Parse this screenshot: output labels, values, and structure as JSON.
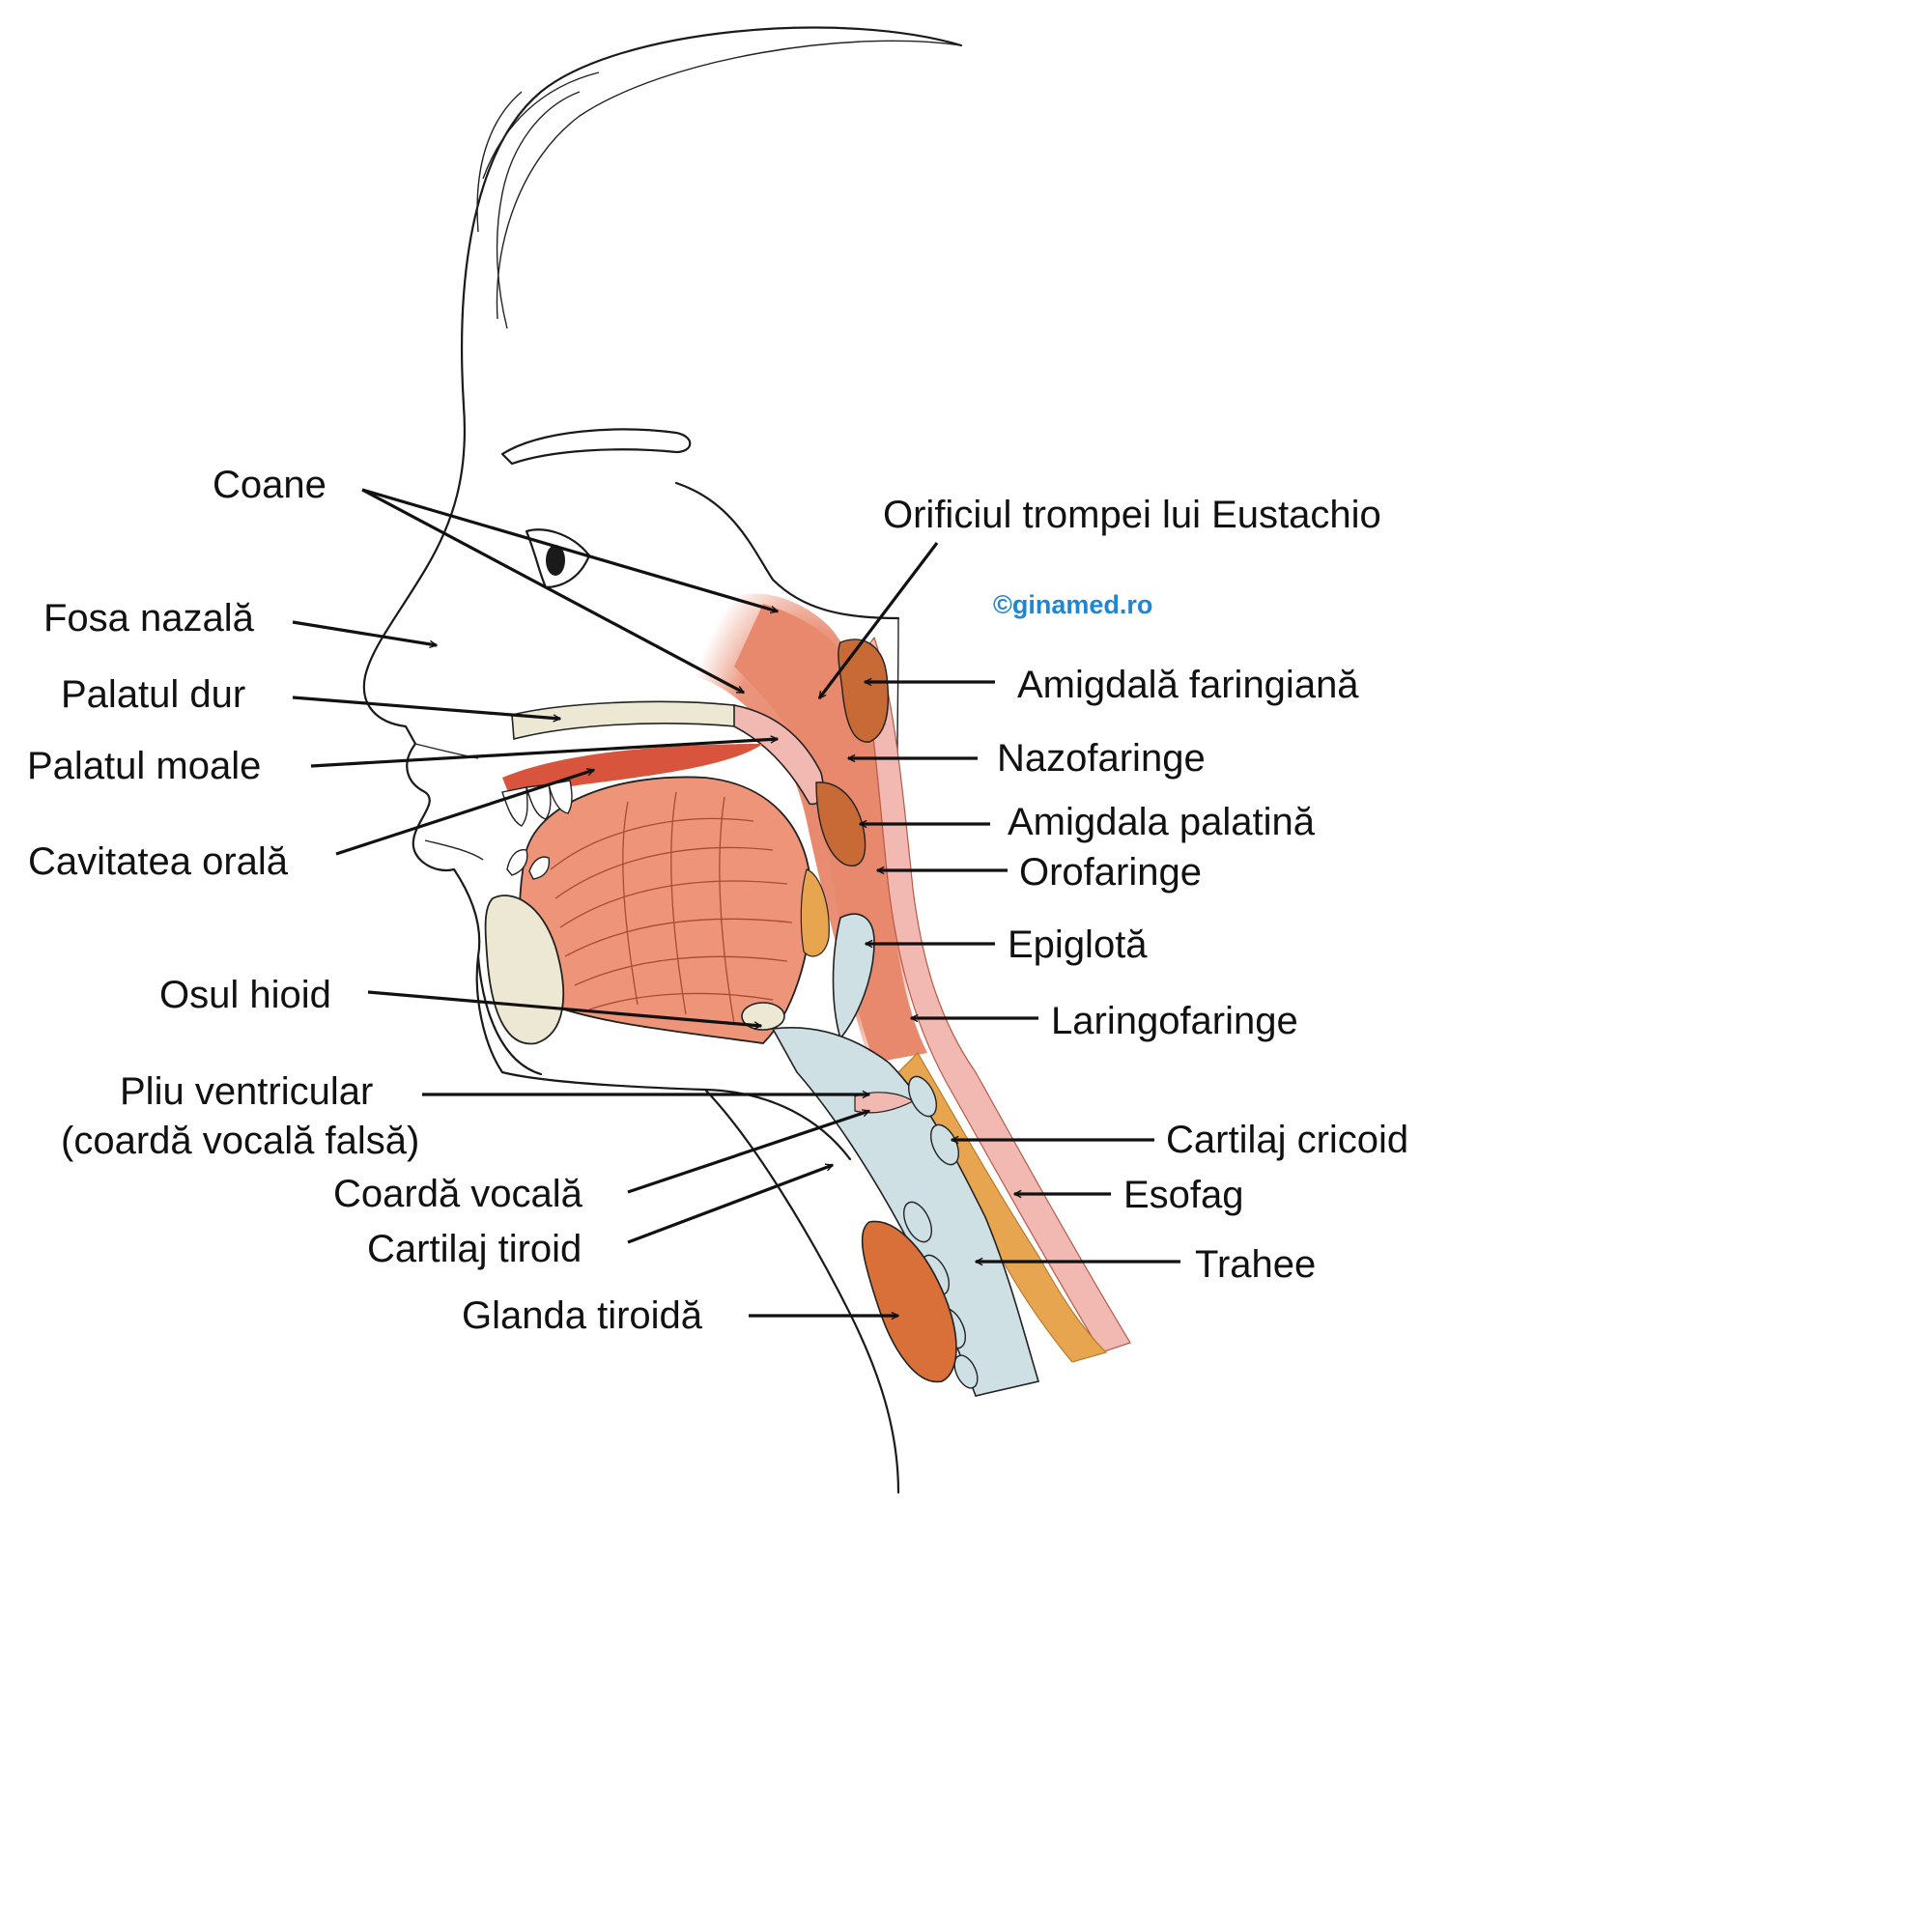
{
  "brand": {
    "text": "©ginamed.ro",
    "color": "#1f86d4"
  },
  "colors": {
    "pharynx": "#e8896e",
    "tongue": "#ee9479",
    "oral_cavity": "#d9543c",
    "bone": "#ede8d4",
    "cartilage": "#cfe0e4",
    "esophagus": "#e7a54f",
    "thyroid": "#d9703a",
    "tonsil": "#c76a35",
    "muscle_pink": "#f2b8b2"
  },
  "labels": {
    "coane": "Coane",
    "fosa_nazala": "Fosa nazală",
    "palatul_dur": "Palatul dur",
    "palatul_moale": "Palatul moale",
    "cavitatea_orala": "Cavitatea orală",
    "osul_hioid": "Osul hioid",
    "pliu_ventricular_1": "Pliu ventricular",
    "pliu_ventricular_2": "(coardă vocală falsă)",
    "coarda_vocala": "Coardă vocală",
    "cartilaj_tiroid": "Cartilaj tiroid",
    "glanda_tiroida": "Glanda tiroidă",
    "orificiul_trompei": "Orificiul trompei lui Eustachio",
    "amigdala_faringiana": "Amigdală faringiană",
    "nazofaringe": "Nazofaringe",
    "amigdala_palatina": "Amigdala palatină",
    "orofaringe": "Orofaringe",
    "epiglota": "Epiglotă",
    "laringofaringe": "Laringofaringe",
    "cartilaj_cricoid": "Cartilaj cricoid",
    "esofag": "Esofag",
    "trahee": "Trahee"
  }
}
